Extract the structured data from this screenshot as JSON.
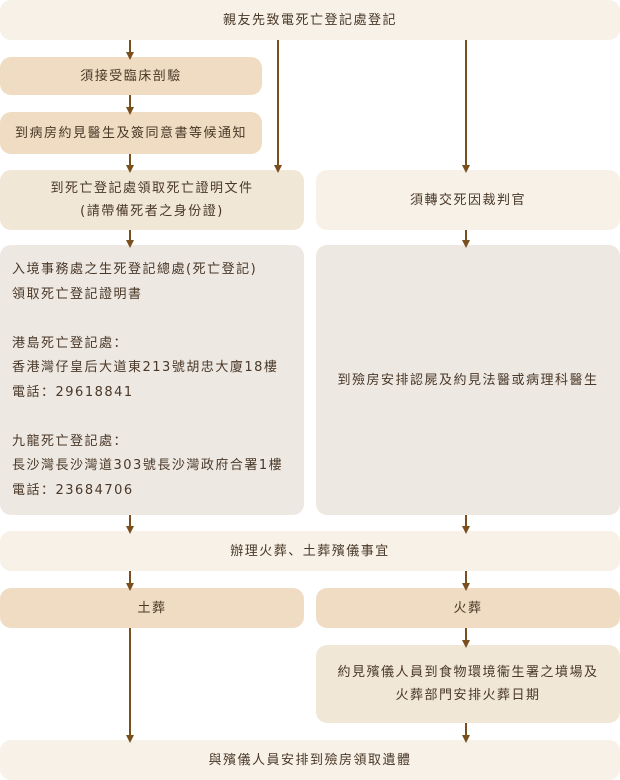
{
  "flow": {
    "start": "親友先致電死亡登記處登記",
    "clinical_autopsy": "須接受臨床剖驗",
    "ward_notice": "到病房約見醫生及簽同意書等候通知",
    "collect_cert": "到死亡登記處領取死亡證明文件\n(請帶備死者之身份證)",
    "coroner": "須轉交死因裁判官",
    "registry": {
      "intro": "入境事務處之生死登記總處(死亡登記)\n領取死亡登記證明書",
      "hk_island": "港島死亡登記處：\n香港灣仔皇后大道東213號胡忠大廈18樓\n電話：29618841",
      "kowloon": "九龍死亡登記處：\n長沙灣長沙灣道303號長沙灣政府合署1樓\n電話：23684706"
    },
    "mortuary": "到殮房安排認屍及約見法醫或病理科醫生",
    "arrange": "辦理火葬、土葬殯儀事宜",
    "burial": "土葬",
    "cremation": "火葬",
    "fehd": "約見殯儀人員到食物環境衞生署之墳場及\n火葬部門安排火葬日期",
    "final": "與殯儀人員安排到殮房領取遺體"
  },
  "colors": {
    "arrow": "#7a4f1e",
    "box_light": "#f7f1e7",
    "box_mid": "#f0e7d7",
    "box_tan": "#efdcc2",
    "box_gray": "#ede8e2",
    "text": "#4a3828"
  }
}
